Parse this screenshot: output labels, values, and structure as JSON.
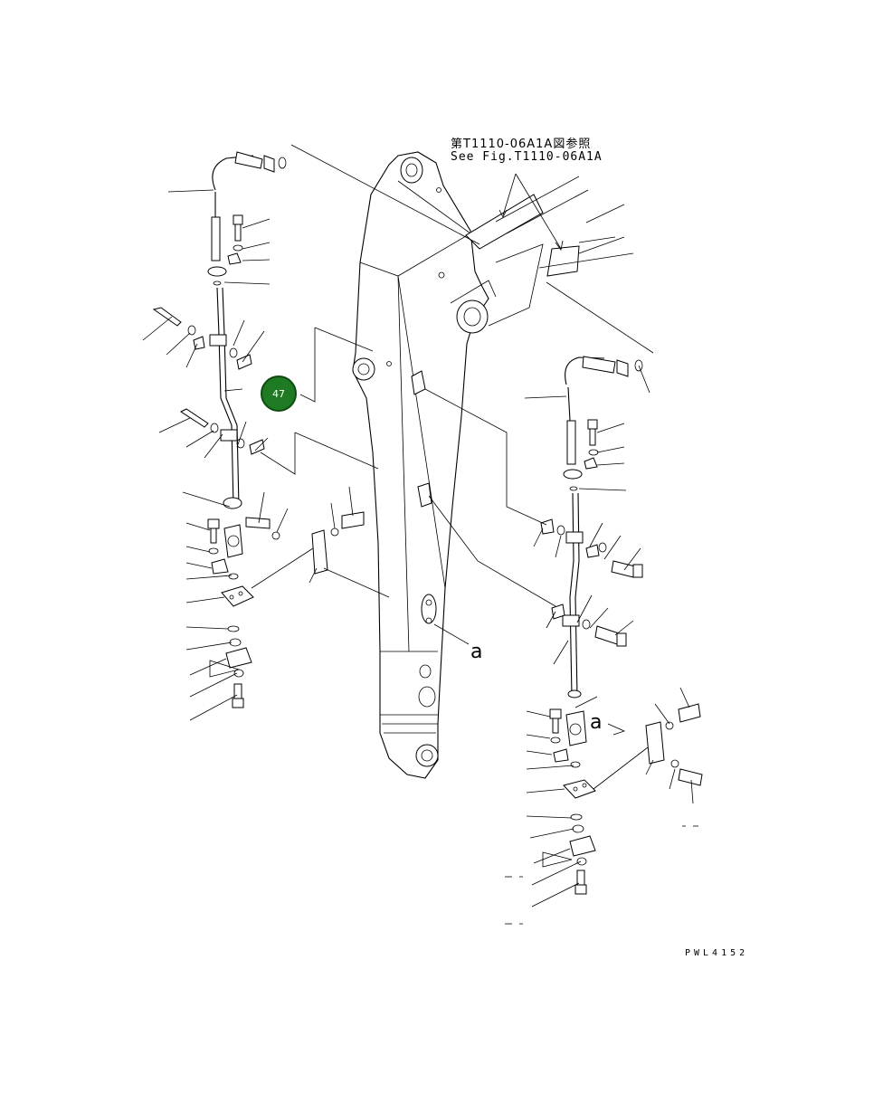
{
  "reference": {
    "japanese": "第T1110-06A1A図参照",
    "english": "See Fig.T1110-06A1A"
  },
  "view_labels": [
    "a",
    "a"
  ],
  "drawing_code": "PWL4152",
  "callout": {
    "number": "47",
    "color": "#1f7a24"
  }
}
